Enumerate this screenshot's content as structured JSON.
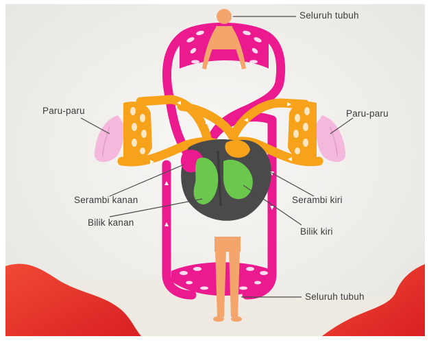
{
  "labels": {
    "top_body": "Seluruh tubuh",
    "bottom_body": "Seluruh tubuh",
    "lung_left": "Paru-paru",
    "lung_right": "Paru-paru",
    "right_atrium": "Serambi kanan",
    "right_ventricle": "Bilik kanan",
    "left_atrium": "Serambi kiri",
    "left_ventricle": "Bilik kiri"
  },
  "colors": {
    "oxygen_poor_blood": "#ec1a8f",
    "oxygen_rich_blood": "#f7a21b",
    "heart_outline": "#4a4a4a",
    "ventricle": "#6cc84c",
    "lung": "#f4b8dc",
    "body": "#f4a56c",
    "background_wave": "#e8342a"
  }
}
